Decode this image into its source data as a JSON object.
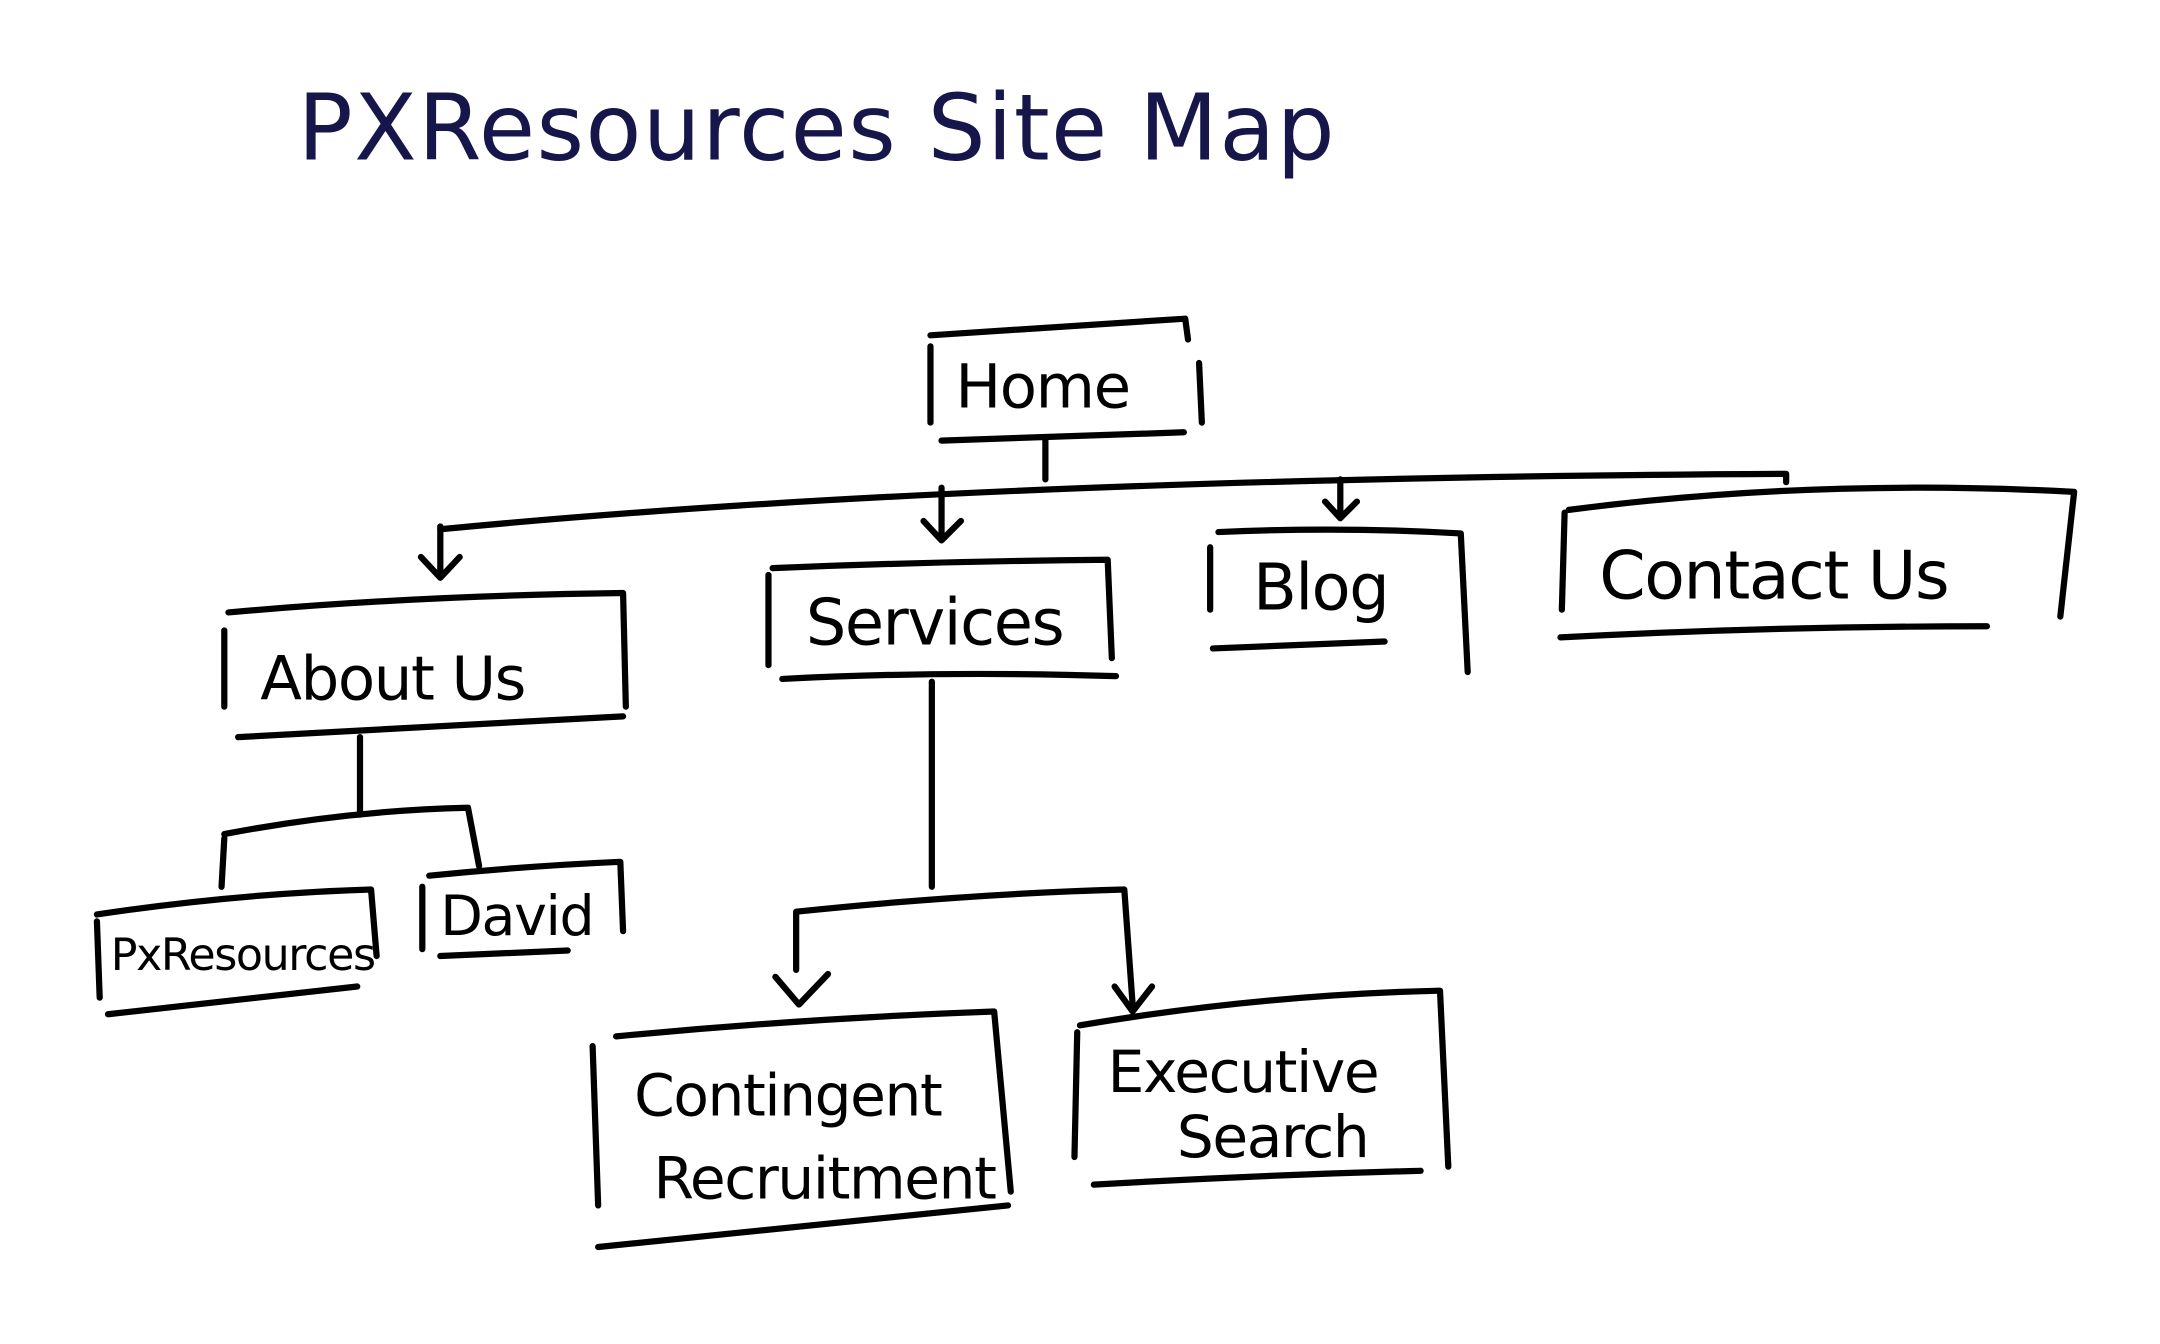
{
  "title": "PXResources Site Map",
  "nodes": {
    "home": "Home",
    "about_us": "About Us",
    "services": "Services",
    "blog": "Blog",
    "contact_us": "Contact Us",
    "pxresources": "PxResources",
    "david": "David",
    "contingent_line1": "Contingent",
    "contingent_line2": "Recruitment",
    "executive_line1": "Executive",
    "executive_line2": "Search"
  },
  "colors": {
    "title": "#16164a",
    "ink": "#000000"
  }
}
